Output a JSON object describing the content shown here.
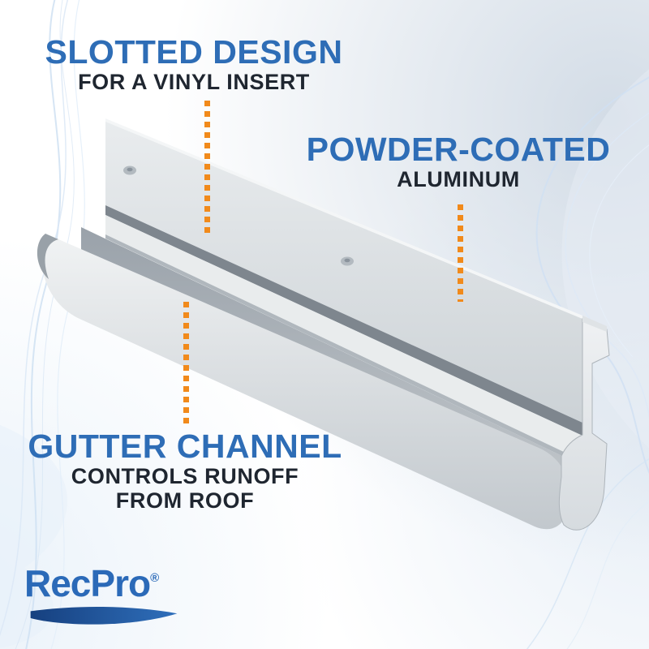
{
  "annotations": {
    "slotted": {
      "title": "SLOTTED DESIGN",
      "subtitle": "FOR A VINYL INSERT"
    },
    "powder": {
      "title": "POWDER-COATED",
      "subtitle": "ALUMINUM"
    },
    "gutter": {
      "title": "GUTTER CHANNEL",
      "subtitle1": "CONTROLS RUNOFF",
      "subtitle2": "FROM ROOF"
    }
  },
  "logo": {
    "name": "RecPro",
    "registered": "®"
  },
  "colors": {
    "heading_blue": "#2e6db6",
    "subtitle_dark": "#1f2630",
    "leader_dot_orange": "#f18a1b",
    "logo_blue": "#2b6ab8",
    "swoosh_dark_blue": "#16407f",
    "rail_gray_light": "#eef0f2",
    "rail_gray_dark": "#9fa7ae",
    "background_curve_blue": "#cfe0f2"
  }
}
